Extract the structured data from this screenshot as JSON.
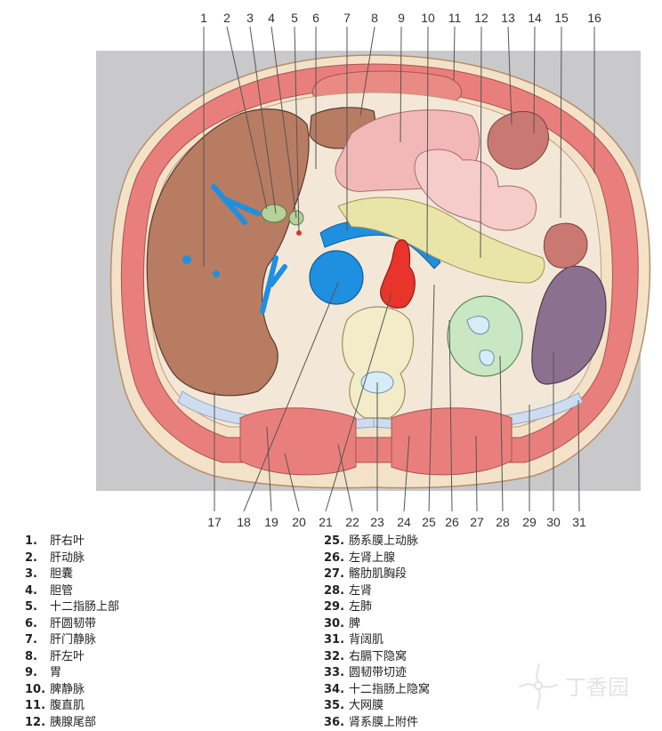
{
  "top_numbers": [
    "1",
    "2",
    "3",
    "4",
    "5",
    "6",
    "7",
    "8",
    "9",
    "10",
    "11",
    "12",
    "13",
    "14",
    "15",
    "16"
  ],
  "bottom_numbers": [
    "17",
    "18",
    "19",
    "20",
    "21",
    "22",
    "23",
    "24",
    "25",
    "26",
    "27",
    "28",
    "29",
    "30",
    "31"
  ],
  "legend_left": [
    {
      "num": "1.",
      "text": "肝右叶"
    },
    {
      "num": "2.",
      "text": "肝动脉"
    },
    {
      "num": "3.",
      "text": "胆囊"
    },
    {
      "num": "4.",
      "text": "胆管"
    },
    {
      "num": "5.",
      "text": "十二指肠上部"
    },
    {
      "num": "6.",
      "text": "肝圆韧带"
    },
    {
      "num": "7.",
      "text": "肝门静脉"
    },
    {
      "num": "8.",
      "text": "肝左叶"
    },
    {
      "num": "9.",
      "text": "胃"
    },
    {
      "num": "10.",
      "text": "脾静脉"
    },
    {
      "num": "11.",
      "text": "腹直肌"
    },
    {
      "num": "12.",
      "text": "胰腺尾部"
    }
  ],
  "legend_right": [
    {
      "num": "25.",
      "text": "肠系膜上动脉"
    },
    {
      "num": "26.",
      "text": "左肾上腺"
    },
    {
      "num": "27.",
      "text": "髂肋肌胸段"
    },
    {
      "num": "28.",
      "text": "左肾"
    },
    {
      "num": "29.",
      "text": "左肺"
    },
    {
      "num": "30.",
      "text": "脾"
    },
    {
      "num": "31.",
      "text": "背阔肌"
    },
    {
      "num": "32.",
      "text": "右膈下隐窝"
    },
    {
      "num": "33.",
      "text": "圆韧带切迹"
    },
    {
      "num": "34.",
      "text": "十二指肠上隐窝"
    },
    {
      "num": "35.",
      "text": "大网膜"
    },
    {
      "num": "36.",
      "text": "肾系膜上附件"
    }
  ],
  "watermark_text": "丁香园",
  "colors": {
    "background": "#c9c9cb",
    "skin": "#f3e2c8",
    "muscle": "#e97f7c",
    "liver": "#b87c62",
    "portal_vein": "#1f8fe0",
    "aorta": "#e8342a",
    "stomach": "#f2b8b8",
    "pancreas": "#e9e4a8",
    "kidney": "#c9e7c3",
    "spleen": "#8d7090",
    "bone": "#f3ecc8",
    "lung": "#cfdcef"
  }
}
